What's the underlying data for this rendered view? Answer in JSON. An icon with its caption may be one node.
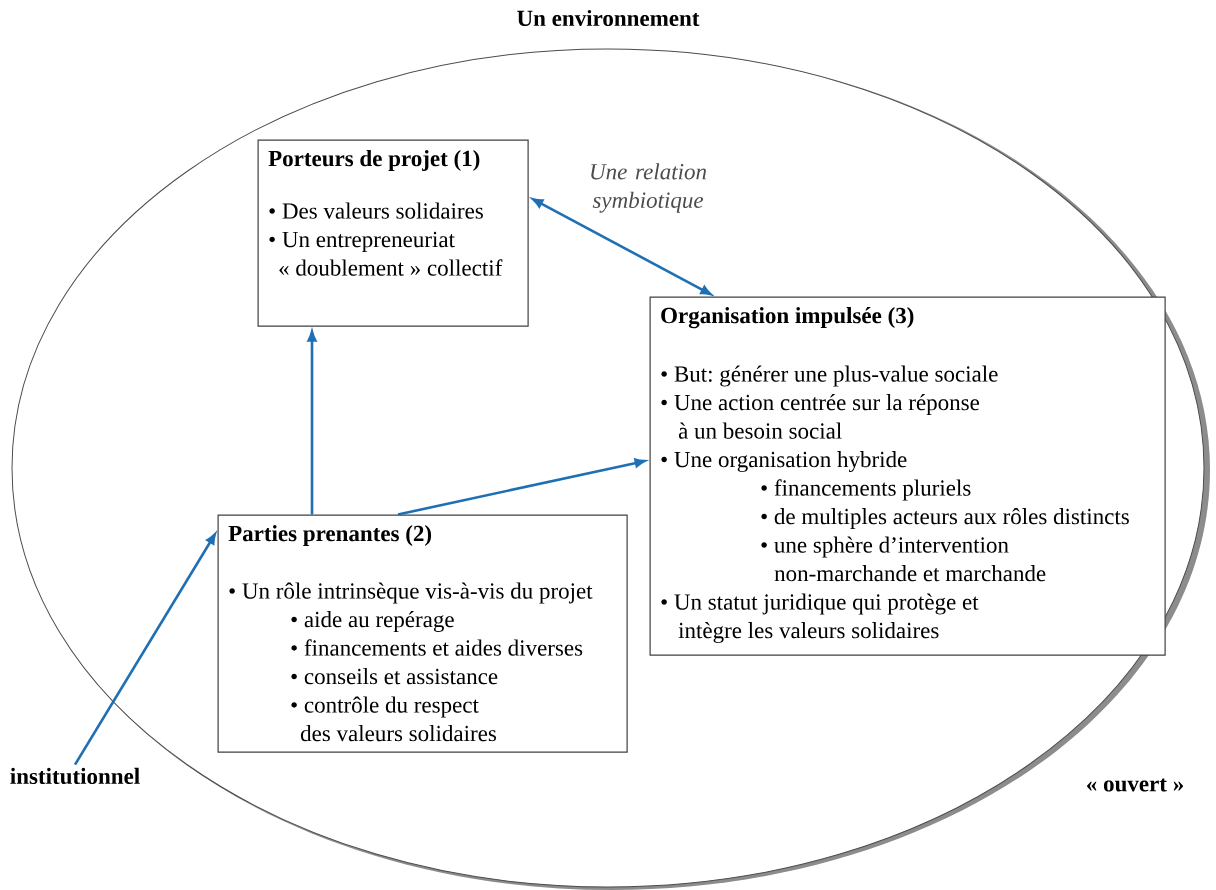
{
  "diagram": {
    "nodes": [
      {
        "text": [
          "Un environnement"
        ]
      },
      {
        "text": [
          "Porteurs de projet (1)",
          "• Des valeurs solidaires",
          "• Un entrepreneuriat « doublement » collectif"
        ],
        "in": 0
      },
      {
        "text": [
          "Parties prenantes (2)",
          "• Un rôle intrinsèque vis-à-vis du projet",
          "• aide au repérage",
          "• financements et aides diverses",
          "• conseils et assistance",
          "• contrôle du respect des valeurs solidaires"
        ],
        "in": 0
      },
      {
        "text": [
          "Organisation impulsée (3)",
          "• But: générer une plus-value sociale",
          "• Une action centrée sur la réponse à un besoin social",
          "• Une organisation hybride",
          "• financements pluriels",
          "• de multiples acteurs aux rôles distincts",
          "• une sphère d’intervention non-marchande et marchande",
          "• Un statut juridique qui protège et intègre les valeurs solidaires"
        ],
        "in": 0
      },
      {
        "text": [
          "institutionnel"
        ]
      }
    ],
    "edges": [
      {
        "from": 1,
        "to": 3,
        "arrow": "both",
        "label": "Une relation symbiotique"
      },
      {
        "from": 2,
        "to": 1,
        "arrow": "to"
      },
      {
        "from": 2,
        "to": 3,
        "arrow": "to"
      },
      {
        "from": 4,
        "to": 2,
        "arrow": "to"
      }
    ],
    "labels": [
      "« ouvert »"
    ]
  }
}
